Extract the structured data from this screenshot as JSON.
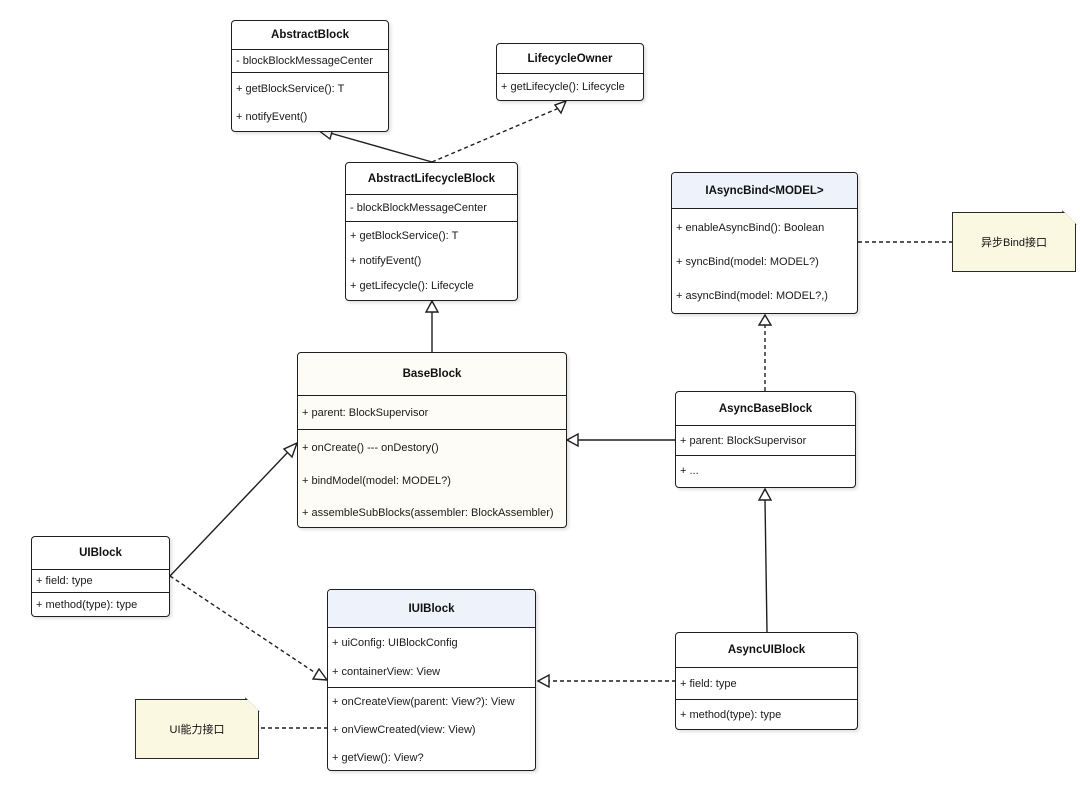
{
  "classes": {
    "abstract_block": {
      "name": "AbstractBlock",
      "fields": [
        "- blockBlockMessageCenter"
      ],
      "methods": [
        "+ getBlockService(): T",
        "+ notifyEvent()"
      ]
    },
    "lifecycle_owner": {
      "name": "LifecycleOwner",
      "methods": [
        "+ getLifecycle(): Lifecycle"
      ]
    },
    "abstract_lifecycle_block": {
      "name": "AbstractLifecycleBlock",
      "fields": [
        "- blockBlockMessageCenter"
      ],
      "methods": [
        "+ getBlockService(): T",
        "+ notifyEvent()",
        "+ getLifecycle(): Lifecycle"
      ]
    },
    "iasync_bind": {
      "name": "IAsyncBind<MODEL>",
      "methods": [
        "+ enableAsyncBind(): Boolean",
        "+ syncBind(model: MODEL?)",
        "+ asyncBind(model: MODEL?,)"
      ]
    },
    "base_block": {
      "name": "BaseBlock",
      "fields": [
        "+ parent: BlockSupervisor"
      ],
      "methods": [
        "+ onCreate() --- onDestory()",
        "+ bindModel(model: MODEL?)",
        "+ assembleSubBlocks(assembler: BlockAssembler)"
      ]
    },
    "async_base_block": {
      "name": "AsyncBaseBlock",
      "fields": [
        "+ parent: BlockSupervisor"
      ],
      "methods": [
        "+ ..."
      ]
    },
    "ui_block": {
      "name": "UIBlock",
      "fields": [
        "+ field: type"
      ],
      "methods": [
        "+ method(type): type"
      ]
    },
    "iui_block": {
      "name": "IUIBlock",
      "fields": [
        "+ uiConfig: UIBlockConfig",
        "+ containerView: View"
      ],
      "methods": [
        "+ onCreateView(parent: View?): View",
        "+ onViewCreated(view: View)",
        "+ getView(): View?"
      ]
    },
    "async_ui_block": {
      "name": "AsyncUIBlock",
      "fields": [
        "+ field: type"
      ],
      "methods": [
        "+ method(type): type"
      ]
    }
  },
  "notes": {
    "async_bind_note": "异步Bind接口",
    "ui_capability_note": "UI能力接口"
  }
}
